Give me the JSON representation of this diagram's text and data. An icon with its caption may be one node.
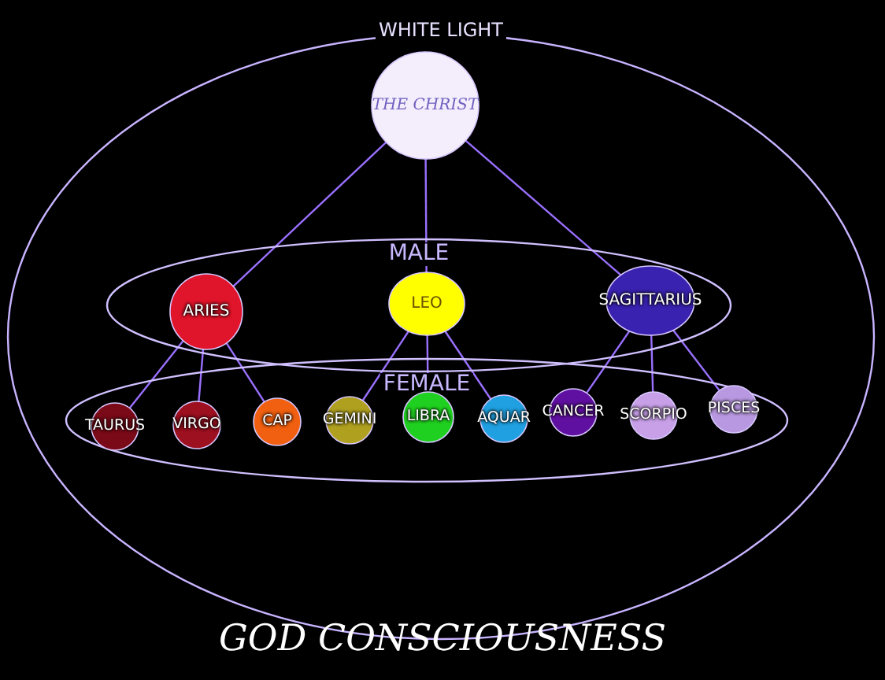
{
  "diagram": {
    "caption": "GOD CONSCIOUSNESS",
    "nodes": [
      {
        "text": [
          "WHITE LIGHT"
        ]
      },
      {
        "text": [
          "THE CHRIST"
        ],
        "in": 0
      },
      {
        "text": [
          "MALE"
        ],
        "in": 0
      },
      {
        "text": [
          "ARIES"
        ],
        "in": 2
      },
      {
        "text": [
          "LEO"
        ],
        "in": 2
      },
      {
        "text": [
          "SAGITTARIUS"
        ],
        "in": 2
      },
      {
        "text": [
          "FEMALE"
        ],
        "in": 0
      },
      {
        "text": [
          "TAURUS"
        ],
        "in": 6
      },
      {
        "text": [
          "VIRGO"
        ],
        "in": 6
      },
      {
        "text": [
          "CAP"
        ],
        "in": 6
      },
      {
        "text": [
          "GEMINI"
        ],
        "in": 6
      },
      {
        "text": [
          "LIBRA"
        ],
        "in": 6
      },
      {
        "text": [
          "AQUAR"
        ],
        "in": 6
      },
      {
        "text": [
          "CANCER"
        ],
        "in": 6
      },
      {
        "text": [
          "SCORPIO"
        ],
        "in": 6
      },
      {
        "text": [
          "PISCES"
        ],
        "in": 6
      }
    ],
    "edges": [
      {
        "from": 1,
        "to": 3,
        "arrow": "none"
      },
      {
        "from": 1,
        "to": 4,
        "arrow": "none"
      },
      {
        "from": 1,
        "to": 5,
        "arrow": "none"
      },
      {
        "from": 3,
        "to": 7,
        "arrow": "none"
      },
      {
        "from": 3,
        "to": 8,
        "arrow": "none"
      },
      {
        "from": 3,
        "to": 9,
        "arrow": "none"
      },
      {
        "from": 4,
        "to": 10,
        "arrow": "none"
      },
      {
        "from": 4,
        "to": 11,
        "arrow": "none"
      },
      {
        "from": 4,
        "to": 12,
        "arrow": "none"
      },
      {
        "from": 5,
        "to": 13,
        "arrow": "none"
      },
      {
        "from": 5,
        "to": 14,
        "arrow": "none"
      },
      {
        "from": 5,
        "to": 15,
        "arrow": "none"
      }
    ]
  }
}
